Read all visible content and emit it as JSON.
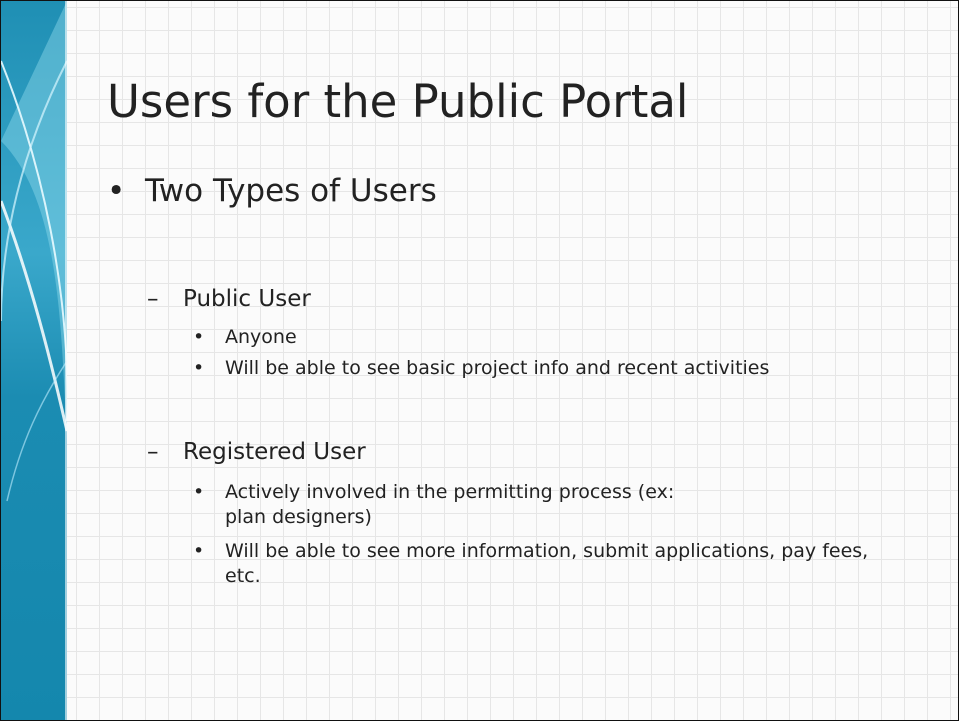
{
  "slide": {
    "title": "Users for the Public Portal",
    "bullet_glyph": "•",
    "dash_glyph": "–",
    "heading": "Two Types of Users",
    "groups": [
      {
        "label": "Public User",
        "items": [
          "Anyone",
          "Will be able to see basic project info and recent activities"
        ]
      },
      {
        "label": "Registered User",
        "items": [
          "Actively involved in the permitting process (ex: plan designers)",
          "Will be able to see more information, submit applications, pay fees, etc."
        ]
      }
    ]
  },
  "colors": {
    "band_dark": "#1f8fb4",
    "band_light": "#7fd2e6",
    "text": "#222222"
  }
}
